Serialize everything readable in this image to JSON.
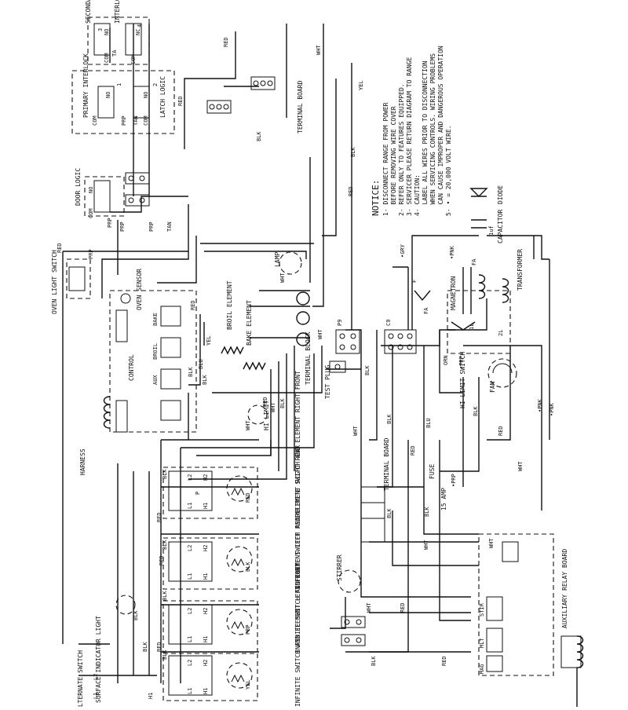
{
  "components": {
    "secondary_interlock": "SECONDARY INTERLOCK",
    "interlock_monitor": "INTERLOCK MONITOR",
    "primary_interlock": "PRIMARY INTERLOCK",
    "latch_logic": "LATCH LOGIC",
    "door_logic": "DOOR LOGIC",
    "oven_light_switch": "OVEN LIGHT SWITCH",
    "oven_sensor": "OVEN SENSOR",
    "control": "CONTROL",
    "harness": "HARNESS",
    "lamp": "LAMP",
    "broil_element": "BROIL ELEMENT",
    "bake_element": "BAKE ELEMENT",
    "terminal_block": "TERMINAL BLOCK",
    "terminal_board_top": "TERMINAL BOARD",
    "terminal_board_mid": "TERMINAL BOARD",
    "test_plug": "TEST PLUG",
    "magnetron": "MAGNETRON",
    "transformer": "TRANSFORMER",
    "capacitor": "CAPACITOR",
    "capacitor_value": "1uf",
    "diode": "DIODE",
    "hi_limit_switch": "HI LIMIT SWITCH",
    "hi_limit": "HI LIMIT",
    "fan": "FAN",
    "fuse": "FUSE",
    "fuse_rating": "15 AMP",
    "stirrer": "STIRRER",
    "auxiliary_relay_board": "AUXILIARY RELAY BOARD",
    "alternate_switch": "ALTERNATE SWITCH",
    "surface_indicator_light": "SURFACE INDICATOR LIGHT",
    "infinite_rf": "INFINITE SWITCH AND ELEMENT RIGHT FRONT",
    "infinite_rr": "INFINITE SWITCH AND ELEMENT RIGHT REAR",
    "infinite_lr": "INFINITE SWITCH AND ELEMENT LEFT REAR",
    "infinite_lf": "INFINITE SWITCH AND ELEMENT LEFT FRONT"
  },
  "control_labels": {
    "bake": "BAKE",
    "broil": "BROIL",
    "aux": "AUX",
    "p9": "P9",
    "c9": "C9"
  },
  "switch_labels": {
    "no": "NO",
    "nc": "NC",
    "com": "COM",
    "prp": "PRP",
    "tan": "TAN",
    "ta": "TA",
    "l1": "L1",
    "l2": "L2",
    "h1": "H1",
    "h2": "H2",
    "p": "P",
    "f": "F",
    "fa": "FA",
    "stir": "STIR",
    "mag": "MAG",
    "mlt": "MLT",
    "one": "1",
    "two": "2",
    "three": "3",
    "four": "4",
    "two_l": "2L",
    "one_l": "1L"
  },
  "wire_colors": {
    "red": "RED",
    "wht": "WHT",
    "blk": "BLK",
    "yel": "YEL",
    "blu": "BLU",
    "prp": "PRP",
    "tan": "TAN",
    "gry": "•GRY",
    "pnk": "•PNK",
    "orn": "ORN",
    "prp_dot": "•PRP"
  },
  "element_tags": {
    "red": "RED",
    "blk": "BLK",
    "prp": "PRP",
    "yel": "YEL"
  },
  "notice": {
    "title": "NOTICE:",
    "lines": [
      "1- DISCONNECT RANGE FROM POWER",
      "   BEFORE REMOVING WIRE COVER",
      "2- REFER ONLY TO FEATURES EQUIPPED.",
      "3- SERVICER PLEASE RETURN DIAGRAM TO RANGE",
      "4- CAUTION:",
      "   LABEL ALL WIRES PRIOR TO DISCONNECTION",
      "   WHEN SERVICING CONTROLS. WIRING PROBLEMS",
      "   CAN CAUSE IMPROPER AND DANGEROUS OPERATION",
      "5- • = 20,000 VOLT WIRE."
    ]
  }
}
